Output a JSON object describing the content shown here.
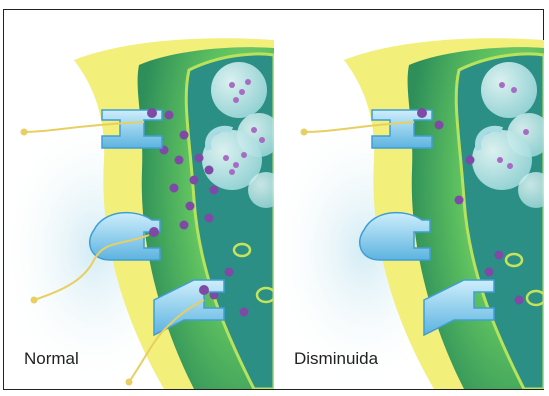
{
  "panels": [
    {
      "label": "Normal"
    },
    {
      "label": "Disminuida"
    }
  ],
  "colors": {
    "membrane": "#f2ef7a",
    "cytoplasm": "#4fb95e",
    "nucleus_outline": "#8ad24f",
    "vesicle": "#bfe9ea",
    "receptor": "#8fd0ef",
    "receptor_dark": "#3f9fd4",
    "neurotransmitter": "#7e4aa6",
    "axon": "#e8cf62"
  },
  "icons": [
    "neuron-terminal-illustration",
    "receptor-icon",
    "vesicle-icon",
    "neurotransmitter-dot-icon",
    "dendrite-fiber-icon"
  ]
}
